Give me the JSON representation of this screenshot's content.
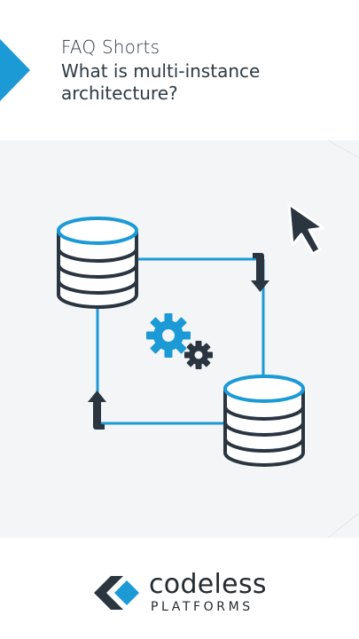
{
  "header": {
    "kicker": "FAQ Shorts",
    "title": "What is multi-instance architecture?"
  },
  "brand": {
    "name": "codeless",
    "sub": "PLATFORMS"
  },
  "colors": {
    "accent": "#1b9ad6",
    "dark": "#2a3540",
    "panel": "#f3f5f7"
  },
  "diagram": {
    "icons": [
      "database-icon",
      "database-icon",
      "gears-icon",
      "cursor-icon",
      "arrow-down-icon",
      "arrow-up-icon"
    ]
  }
}
